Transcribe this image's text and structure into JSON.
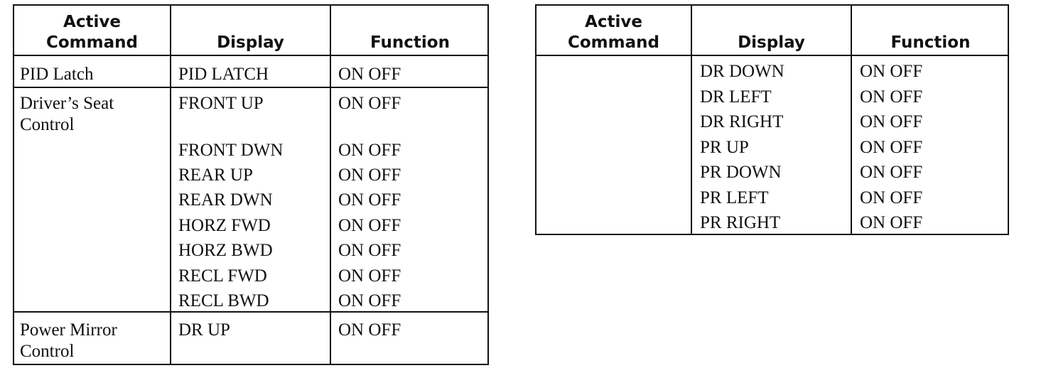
{
  "left_table": {
    "headers": {
      "active_command": "Active\nCommand",
      "display": "Display",
      "function": "Function"
    },
    "groups": [
      {
        "command": "PID Latch",
        "rows": [
          {
            "display": "PID LATCH",
            "function": "ON OFF"
          }
        ]
      },
      {
        "command": "Driver’s Seat\nControl",
        "rows": [
          {
            "display": "FRONT UP",
            "function": "ON OFF"
          },
          {
            "display": "FRONT DWN",
            "function": "ON OFF"
          },
          {
            "display": "REAR UP",
            "function": "ON OFF"
          },
          {
            "display": "REAR DWN",
            "function": "ON OFF"
          },
          {
            "display": "HORZ FWD",
            "function": "ON OFF"
          },
          {
            "display": "HORZ BWD",
            "function": "ON OFF"
          },
          {
            "display": "RECL FWD",
            "function": "ON OFF"
          },
          {
            "display": "RECL BWD",
            "function": "ON OFF"
          }
        ]
      },
      {
        "command": "Power Mirror\nControl",
        "rows": [
          {
            "display": "DR UP",
            "function": "ON OFF"
          }
        ]
      }
    ]
  },
  "right_table": {
    "headers": {
      "active_command": "Active\nCommand",
      "display": "Display",
      "function": "Function"
    },
    "rows": [
      {
        "display": "DR DOWN",
        "function": "ON OFF"
      },
      {
        "display": "DR LEFT",
        "function": "ON OFF"
      },
      {
        "display": "DR RIGHT",
        "function": "ON OFF"
      },
      {
        "display": "PR UP",
        "function": "ON OFF"
      },
      {
        "display": "PR DOWN",
        "function": "ON OFF"
      },
      {
        "display": "PR LEFT",
        "function": "ON OFF"
      },
      {
        "display": "PR RIGHT",
        "function": "ON OFF"
      }
    ]
  }
}
